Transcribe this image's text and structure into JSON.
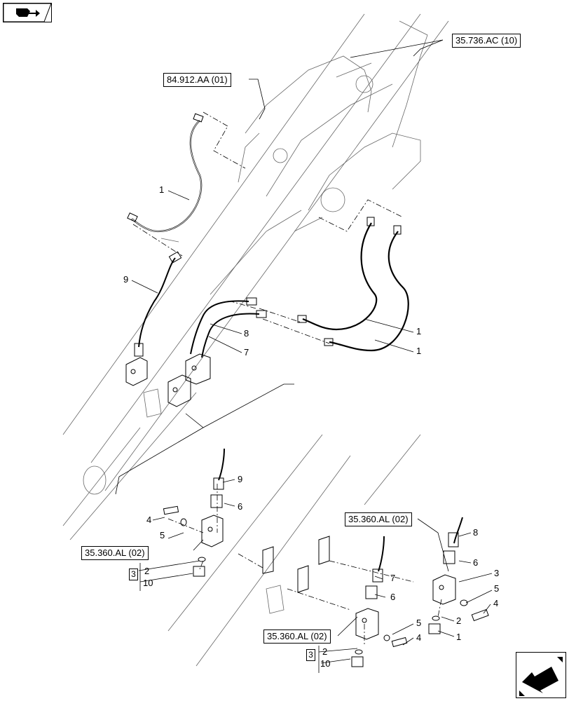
{
  "references": {
    "boom": "84.912.AA (01)",
    "cylinder": "35.736.AC (10)",
    "valve_left": "35.360.AL (02)",
    "valve_right": "35.360.AL (02)",
    "valve_center": "35.360.AL (02)"
  },
  "callouts": {
    "hose_upper_left": "1",
    "hose_lower_right_a": "1",
    "hose_lower_right_b": "1",
    "line_9": "9",
    "line_8": "8",
    "line_7": "7",
    "detail_left_9": "9",
    "detail_left_6": "6",
    "detail_left_4": "4",
    "detail_left_5": "5",
    "detail_left_2": "2",
    "detail_left_10": "10",
    "detail_left_box": "3",
    "detail_right_8": "8",
    "detail_right_6": "6",
    "detail_right_3": "3",
    "detail_right_5": "5",
    "detail_right_4": "4",
    "detail_right_2": "2",
    "detail_right_1": "1",
    "detail_center_7": "7",
    "detail_center_6": "6",
    "detail_center_5": "5",
    "detail_center_4": "4",
    "detail_center_2": "2",
    "detail_center_10": "10",
    "detail_center_box": "3"
  },
  "icons": {
    "nav_top": "book-arrow-icon",
    "nav_bottom": "next-page-arrow-icon"
  }
}
